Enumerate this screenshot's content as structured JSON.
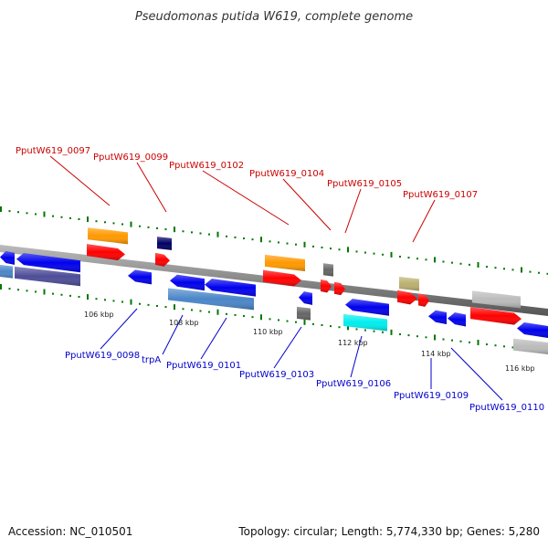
{
  "title": "Pseudomonas putida W619, complete genome",
  "footer": {
    "accession": "Accession: NC_010501",
    "topology": "Topology: circular; Length: 5,774,330 bp; Genes: 5,280"
  },
  "kbp_labels": [
    "106 kbp",
    "108 kbp",
    "110 kbp",
    "112 kbp",
    "114 kbp",
    "116 kbp"
  ],
  "labels_top": [
    "PputW619_0097",
    "PputW619_0099",
    "PputW619_0102",
    "PputW619_0104",
    "PputW619_0105",
    "PputW619_0107"
  ],
  "labels_bottom": [
    "PputW619_0098",
    "trpA",
    "PputW619_0101",
    "PputW619_0103",
    "PputW619_0106",
    "PputW619_0109",
    "PputW619_0110"
  ],
  "colors": {
    "red_gene": "#ff0000",
    "orange_gene": "#ff9900",
    "blue_gene": "#0000ee",
    "steel_gene": "#4a86c8",
    "slate_gene": "#4d4d99",
    "navy_gene": "#000066",
    "cyan_gene": "#00eeee",
    "grey_gene": "#bbbbbb",
    "olive_gene": "#bbb070",
    "dark_grey_gene": "#666666",
    "tick_green": "#007700",
    "top_label": "#cc0000",
    "bottom_label": "#0000cc"
  }
}
